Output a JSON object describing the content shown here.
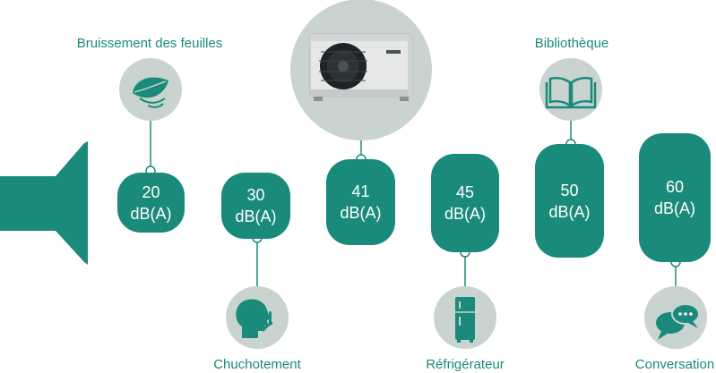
{
  "colors": {
    "teal": "#1a8a7a",
    "circle": "#c9d3d0",
    "icon": "#1a8a7a",
    "white": "#ffffff"
  },
  "speaker": {
    "icon": "speaker-icon"
  },
  "levels": [
    {
      "value": "20",
      "unit": "dB(A)",
      "label": "Bruissement des feuilles",
      "icon": "leaf-icon"
    },
    {
      "value": "30",
      "unit": "dB(A)",
      "label": "Chuchotement",
      "icon": "whisper-icon"
    },
    {
      "value": "41",
      "unit": "dB(A)",
      "label": "",
      "icon": "heat-pump-image"
    },
    {
      "value": "45",
      "unit": "dB(A)",
      "label": "Réfrigérateur",
      "icon": "fridge-icon"
    },
    {
      "value": "50",
      "unit": "dB(A)",
      "label": "Bibliothèque",
      "icon": "book-icon"
    },
    {
      "value": "60",
      "unit": "dB(A)",
      "label": "Conversation",
      "icon": "speech-bubble-icon"
    }
  ]
}
